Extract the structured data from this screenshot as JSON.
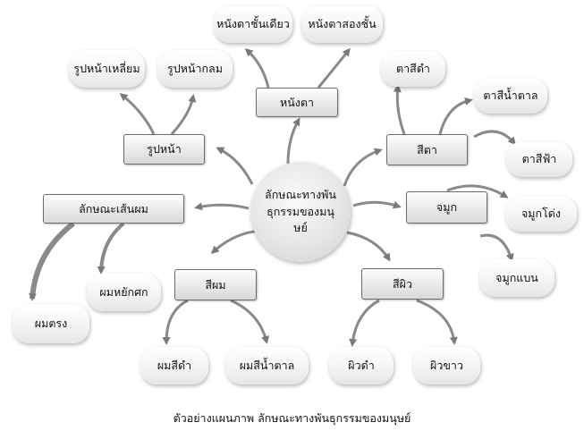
{
  "center": "ลักษณะทางพันธุกรรมของมนุษย์",
  "categories": {
    "face": "รูปหน้า",
    "eyelid": "หนังตา",
    "eyecolor": "สีตา",
    "nose": "จมูก",
    "skin": "สีผิว",
    "hair": "สีผม",
    "hairline": "ลักษณะเส้นผม"
  },
  "leaves": {
    "face_square": "รูปหน้าเหลี่ยม",
    "face_round": "รูปหน้ากลม",
    "eyelid_single": "หนังตาชั้นเดียว",
    "eyelid_double": "หนังตาสองชั้น",
    "eye_black": "ตาสีดำ",
    "eye_brown": "ตาสีน้ำตาล",
    "eye_blue": "ตาสีฟ้า",
    "nose_hooked": "จมูกโด่ง",
    "nose_flat": "จมูกแบน",
    "skin_dark": "ผิวดำ",
    "skin_white": "ผิวขาว",
    "hair_black": "ผมสีดำ",
    "hair_brown": "ผมสีน้ำตาล",
    "hair_curly": "ผมหยักศก",
    "hair_straight": "ผมตรง"
  },
  "caption": "ตัวอย่างแผนภาพ ลักษณะทางพันธุกรรมของมนุษย์"
}
